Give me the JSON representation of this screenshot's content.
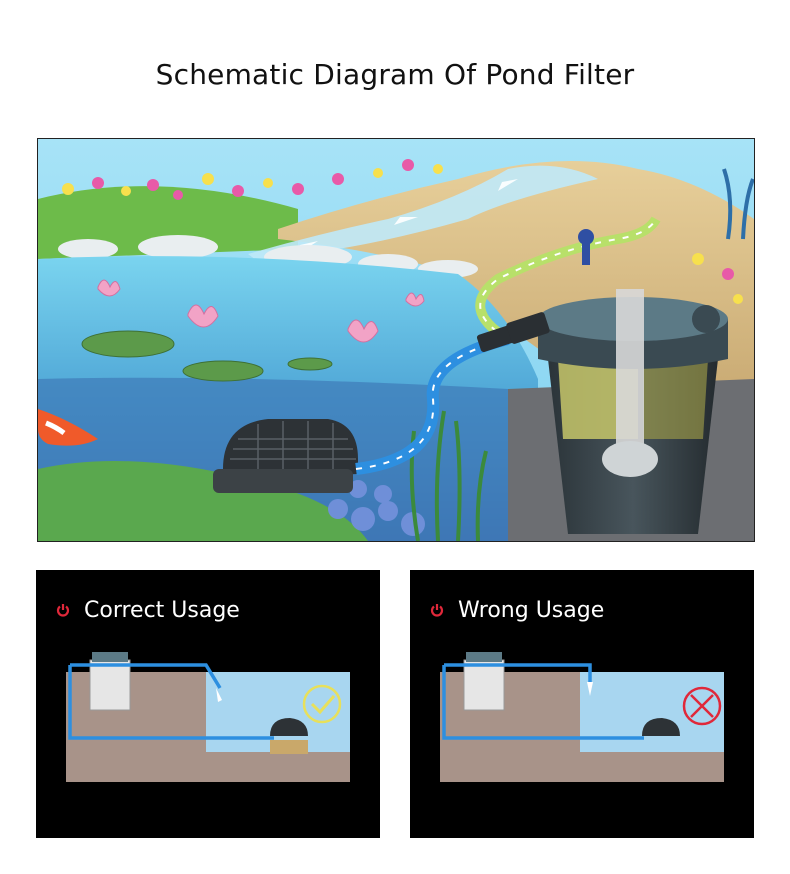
{
  "title": "Schematic Diagram Of Pond Filter",
  "panels": [
    {
      "label": "Correct Usage",
      "status": "correct",
      "mark": "check-mark-icon",
      "accent": "#e0283a"
    },
    {
      "label": "Wrong Usage",
      "status": "wrong",
      "mark": "cross-mark-icon",
      "accent": "#e0283a"
    }
  ],
  "colors": {
    "water": "#8fd3ee",
    "soil": "#a89389",
    "hose_blue": "#2d8fe0",
    "hose_green": "#b8e06a",
    "check": "#e8e05a",
    "cross": "#e0283a"
  }
}
